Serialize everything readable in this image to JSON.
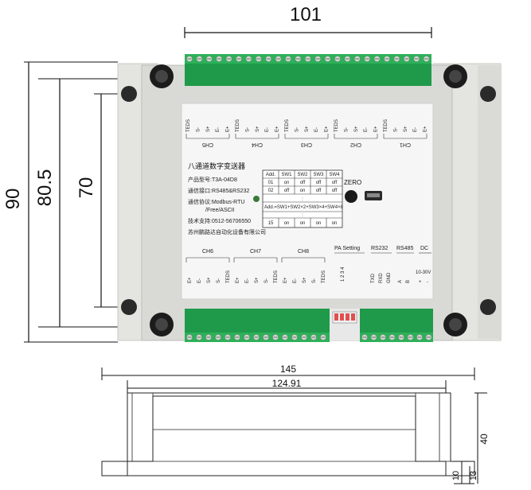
{
  "top_view": {
    "dims": {
      "width": "101",
      "height_outer": "90",
      "height_mid": "80.5",
      "height_inner": "70"
    },
    "channels_top": [
      "CH5",
      "CH4",
      "CH3",
      "CH2",
      "CH1"
    ],
    "pin_labels_top": [
      "TEDS",
      "S-",
      "S+",
      "E-",
      "E+"
    ],
    "channels_bottom": [
      "CH6",
      "CH7",
      "CH8"
    ],
    "pin_labels_bottom": [
      "E+",
      "E-",
      "S+",
      "S-",
      "TEDS"
    ],
    "product": {
      "name": "八通道数字变送器",
      "model": "产品型号:T3A-04D8",
      "interface": "通信接口:RS485&RS232",
      "protocol": "通信协议:Modbus-RTU",
      "protocol2": "/Free/ASCII",
      "support": "技术支持:0512-56706550",
      "company": "苏州鹏路达自动化设备有限公司"
    },
    "switch_table": {
      "headers": [
        "Add.",
        "SW1",
        "SW2",
        "SW3",
        "SW4"
      ],
      "rows": [
        [
          "01",
          "on",
          "off",
          "off",
          "off"
        ],
        [
          "02",
          "off",
          "on",
          "off",
          "off"
        ]
      ],
      "dots": ":",
      "formula": "Add.=SW1+SW2×2+SW3×4+SW4×8",
      "last_row": [
        "15",
        "on",
        "on",
        "on",
        "on"
      ]
    },
    "zero_label": "ZERO",
    "sections": {
      "pa_setting": "PA Setting",
      "pa_pins": "1 2 3 4",
      "rs232": "RS232",
      "rs232_pins": [
        "TXD",
        "RXD",
        "GND"
      ],
      "rs485": "RS485",
      "rs485_pins": [
        "A",
        "B"
      ],
      "dc": "DC",
      "dc_range": "10-30V",
      "dc_pins": [
        "+",
        "-"
      ]
    }
  },
  "side_view": {
    "dims": {
      "length_outer": "145",
      "length_inner": "124.91",
      "height": "40",
      "foot_a": "10",
      "foot_b": "13"
    }
  }
}
